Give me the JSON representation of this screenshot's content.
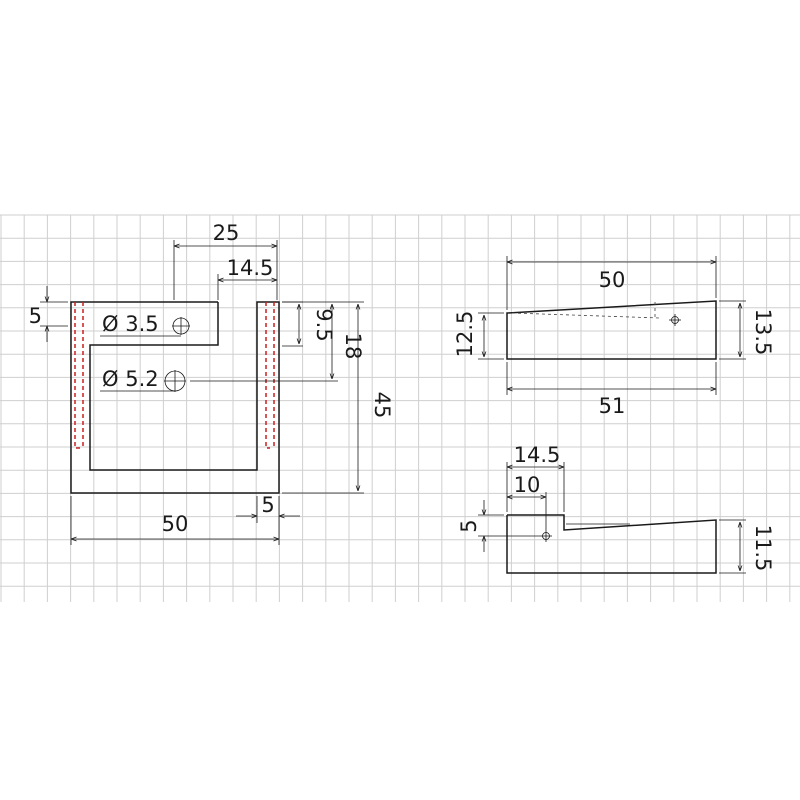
{
  "colors": {
    "background": "#ffffff",
    "grid": "#cfcfcf",
    "line": "#1a1a1a",
    "hidden_edge": "#cc1f1f"
  },
  "front_view": {
    "dim_top_width": "25",
    "dim_slot_width": "14.5",
    "dim_left_5": "5",
    "dim_hole_small": "Ø 3.5",
    "dim_hole_large": "Ø 5.2",
    "dim_9_5": "9.5",
    "dim_18": "18",
    "dim_45": "45",
    "dim_bottom_5": "5",
    "dim_width_50": "50"
  },
  "side_view_top": {
    "dim_top_length": "50",
    "dim_left_height": "12.5",
    "dim_right_height": "13.5",
    "dim_bottom_length": "51"
  },
  "side_view_bottom": {
    "dim_14_5": "14.5",
    "dim_10": "10",
    "dim_left_5": "5",
    "dim_right_height": "11.5"
  }
}
